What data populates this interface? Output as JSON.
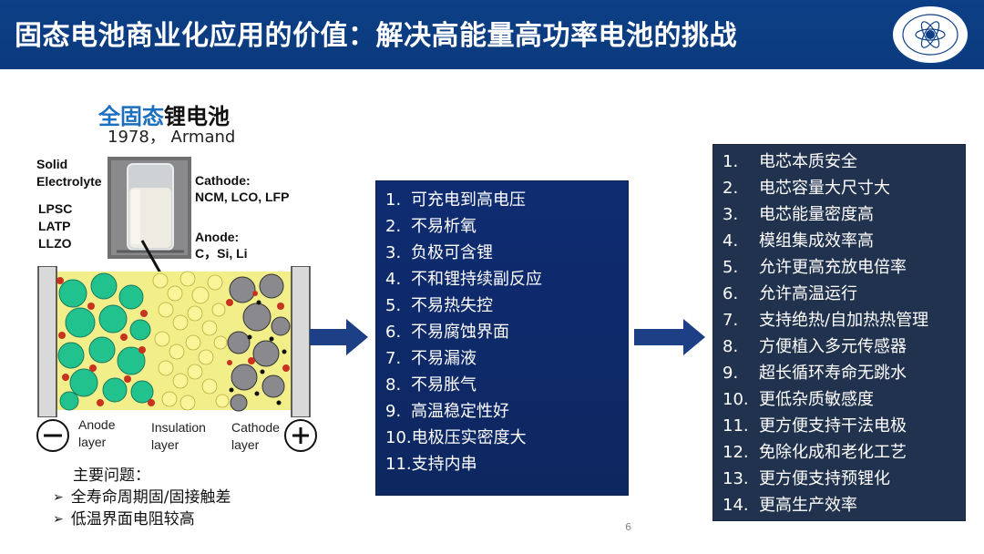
{
  "header": {
    "title": "固态电池商业化应用的价值：解决高能量高功率电池的挑战"
  },
  "section": {
    "title_part1": "全固态",
    "title_part2": "锂电池",
    "year_author": "1978， Armand"
  },
  "labels": {
    "solid": "Solid",
    "electrolyte": "Electrolyte",
    "lpsc": "LPSC",
    "latp": "LATP",
    "llzo": "LLZO",
    "cathode_title": "Cathode:",
    "cathode_materials": "NCM, LCO, LFP",
    "anode_title": "Anode:",
    "anode_materials": "C，Si, Li",
    "anode_layer_1": "Anode",
    "anode_layer_2": "layer",
    "insulation_layer_1": "Insulation",
    "insulation_layer_2": "layer",
    "cathode_layer_1": "Cathode",
    "cathode_layer_2": "layer",
    "minus_sign": "—",
    "plus_sign": "+"
  },
  "problems": {
    "title": "主要问题：",
    "items": [
      "全寿命周期固/固接触差",
      "低温界面电阻较高"
    ]
  },
  "box1_items": [
    {
      "num": "1.",
      "text": "可充电到高电压"
    },
    {
      "num": "2.",
      "text": "不易析氧"
    },
    {
      "num": "3.",
      "text": "负极可含锂"
    },
    {
      "num": "4.",
      "text": "不和锂持续副反应"
    },
    {
      "num": "5.",
      "text": "不易热失控"
    },
    {
      "num": "6.",
      "text": "不易腐蚀界面"
    },
    {
      "num": "7.",
      "text": "不易漏液"
    },
    {
      "num": "8.",
      "text": "不易胀气"
    },
    {
      "num": "9.",
      "text": "高温稳定性好"
    },
    {
      "num": "10.",
      "text": "电极压实密度大"
    },
    {
      "num": "11.",
      "text": "支持内串"
    }
  ],
  "box2_items": [
    {
      "num": "1.",
      "text": "电芯本质安全"
    },
    {
      "num": "2.",
      "text": "电芯容量大尺寸大"
    },
    {
      "num": "3.",
      "text": "电芯能量密度高"
    },
    {
      "num": "4.",
      "text": "模组集成效率高"
    },
    {
      "num": "5.",
      "text": "允许更高充放电倍率"
    },
    {
      "num": "6.",
      "text": "允许高温运行"
    },
    {
      "num": "7.",
      "text": "支持绝热/自加热热管理"
    },
    {
      "num": "8.",
      "text": "方便植入多元传感器"
    },
    {
      "num": "9.",
      "text": "超长循环寿命无跳水"
    },
    {
      "num": "10.",
      "text": "更低杂质敏感度"
    },
    {
      "num": "11.",
      "text": "更方便支持干法电极"
    },
    {
      "num": "12.",
      "text": "免除化成和老化工艺"
    },
    {
      "num": "13.",
      "text": "更方便支持预锂化"
    },
    {
      "num": "14.",
      "text": "更高生产效率"
    }
  ],
  "page_number": "6",
  "colors": {
    "header_bg": "#0d3f86",
    "box1_bg": "#0f2c72",
    "box2_bg": "#21324e",
    "arrow": "#1c3f86",
    "title_accent": "#1a6fc0"
  }
}
